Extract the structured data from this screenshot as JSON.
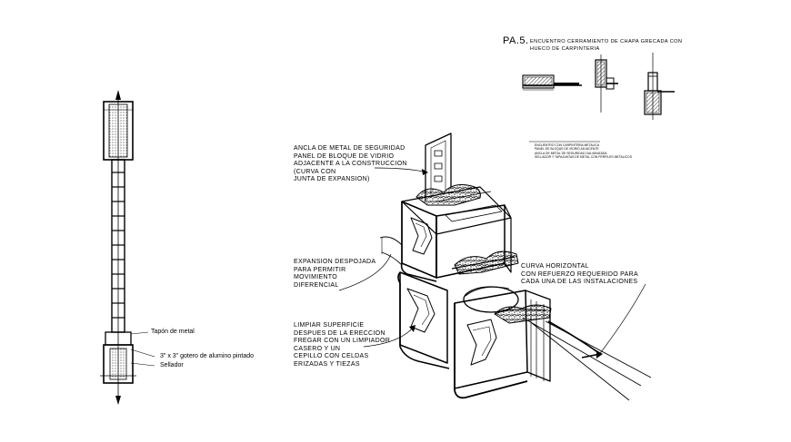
{
  "header": {
    "code": "PA.5.",
    "title_lines": [
      "ENCUENTRO CERRAMIENTO DE CHAPA GRECADA CON",
      "HUECO DE CARPINTERIA"
    ]
  },
  "left_detail": {
    "labels": [
      "Tapón de metal",
      "3\" x 3\" gotero de alumino pintado",
      "Sellador"
    ]
  },
  "callouts": {
    "anchor": [
      "ANCLA DE METAL DE SEGURIDAD",
      "PANEL DE BLOQUE DE VIDRIO",
      "ADJACENTE A LA CONSTRUCCION",
      "(CURVA CON",
      "JUNTA DE EXPANSION)"
    ],
    "expansion": [
      "EXPANSION DESPOJADA",
      "PARA PERMITIR",
      "MOVIMIENTO",
      "DIFERENCIAL"
    ],
    "cleaning": [
      "LIMPIAR SUPERFICIE",
      "DESPUES DE LA ERECCION",
      "FREGAR CON UN LIMPIADOR",
      "CASERO Y UN",
      "CEPILLO CON CELDAS",
      "ERIZADAS Y TIEZAS"
    ],
    "curve": [
      "CURVA HORIZONTAL",
      "CON REFUERZO REQUERIDO PARA",
      "CADA UNA DE LAS INSTALACIONES"
    ]
  },
  "notes": [
    "ENCUENTRO CON CARPINTERIA METALICA",
    "PANEL DE BLOQUE DE VIDRIO ADJACENTE",
    "ANCLA DE METAL DE SEGURIDAD GALVANIZADA",
    "SELLADOR Y TAPAJUNTAS DE METAL CON PERFILES METALICOS"
  ],
  "colors": {
    "ink": "#000000",
    "paper": "#ffffff"
  }
}
